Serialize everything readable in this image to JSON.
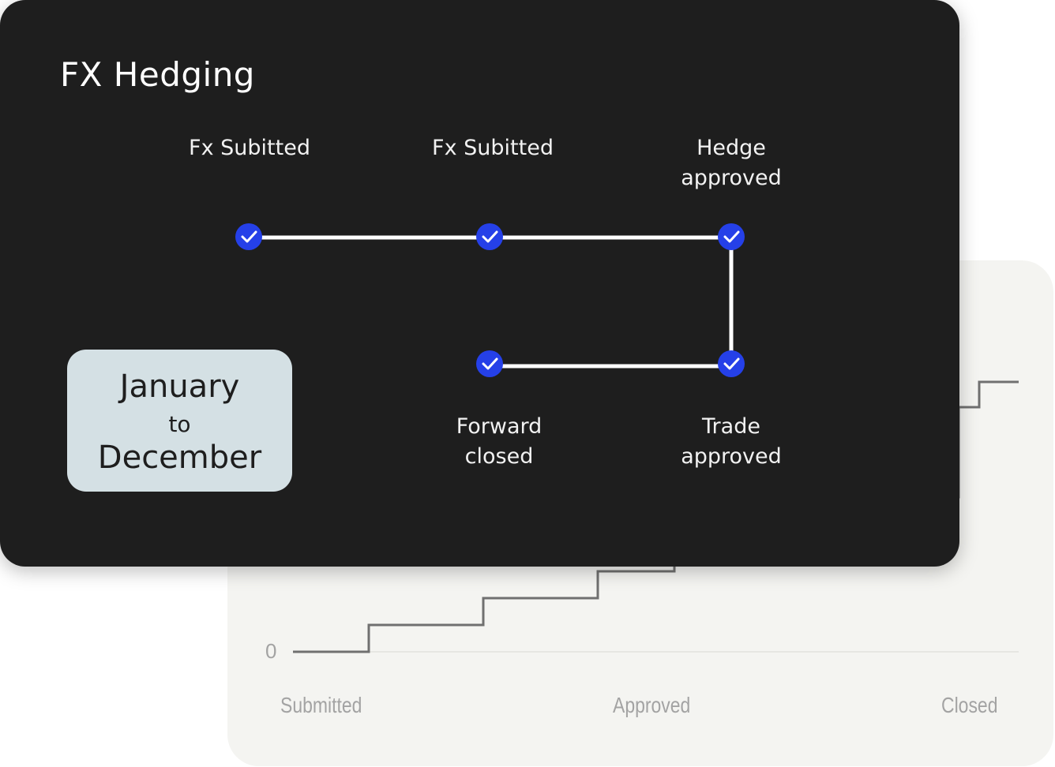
{
  "card": {
    "title": "FX Hedging",
    "period": {
      "from": "January",
      "to": "to",
      "until": "December"
    }
  },
  "steps": [
    {
      "label": "Fx Subitted",
      "completed": true
    },
    {
      "label": "Fx Subitted",
      "completed": true
    },
    {
      "label": "Hedge\napproved",
      "completed": true
    },
    {
      "label": "Trade\napproved",
      "completed": true
    },
    {
      "label": "Forward\nclosed",
      "completed": true
    }
  ],
  "colors": {
    "card_bg": "#1e1e1e",
    "node": "#2540e8",
    "connector": "#ffffff",
    "period_bg": "#d4e0e4",
    "chart_bg": "#f4f4f1",
    "chart_line": "#707070"
  },
  "chart_data": {
    "type": "line",
    "step": true,
    "categories": [
      "Submitted",
      "Approved",
      "Closed"
    ],
    "y_ticks": [
      "0"
    ]
  }
}
